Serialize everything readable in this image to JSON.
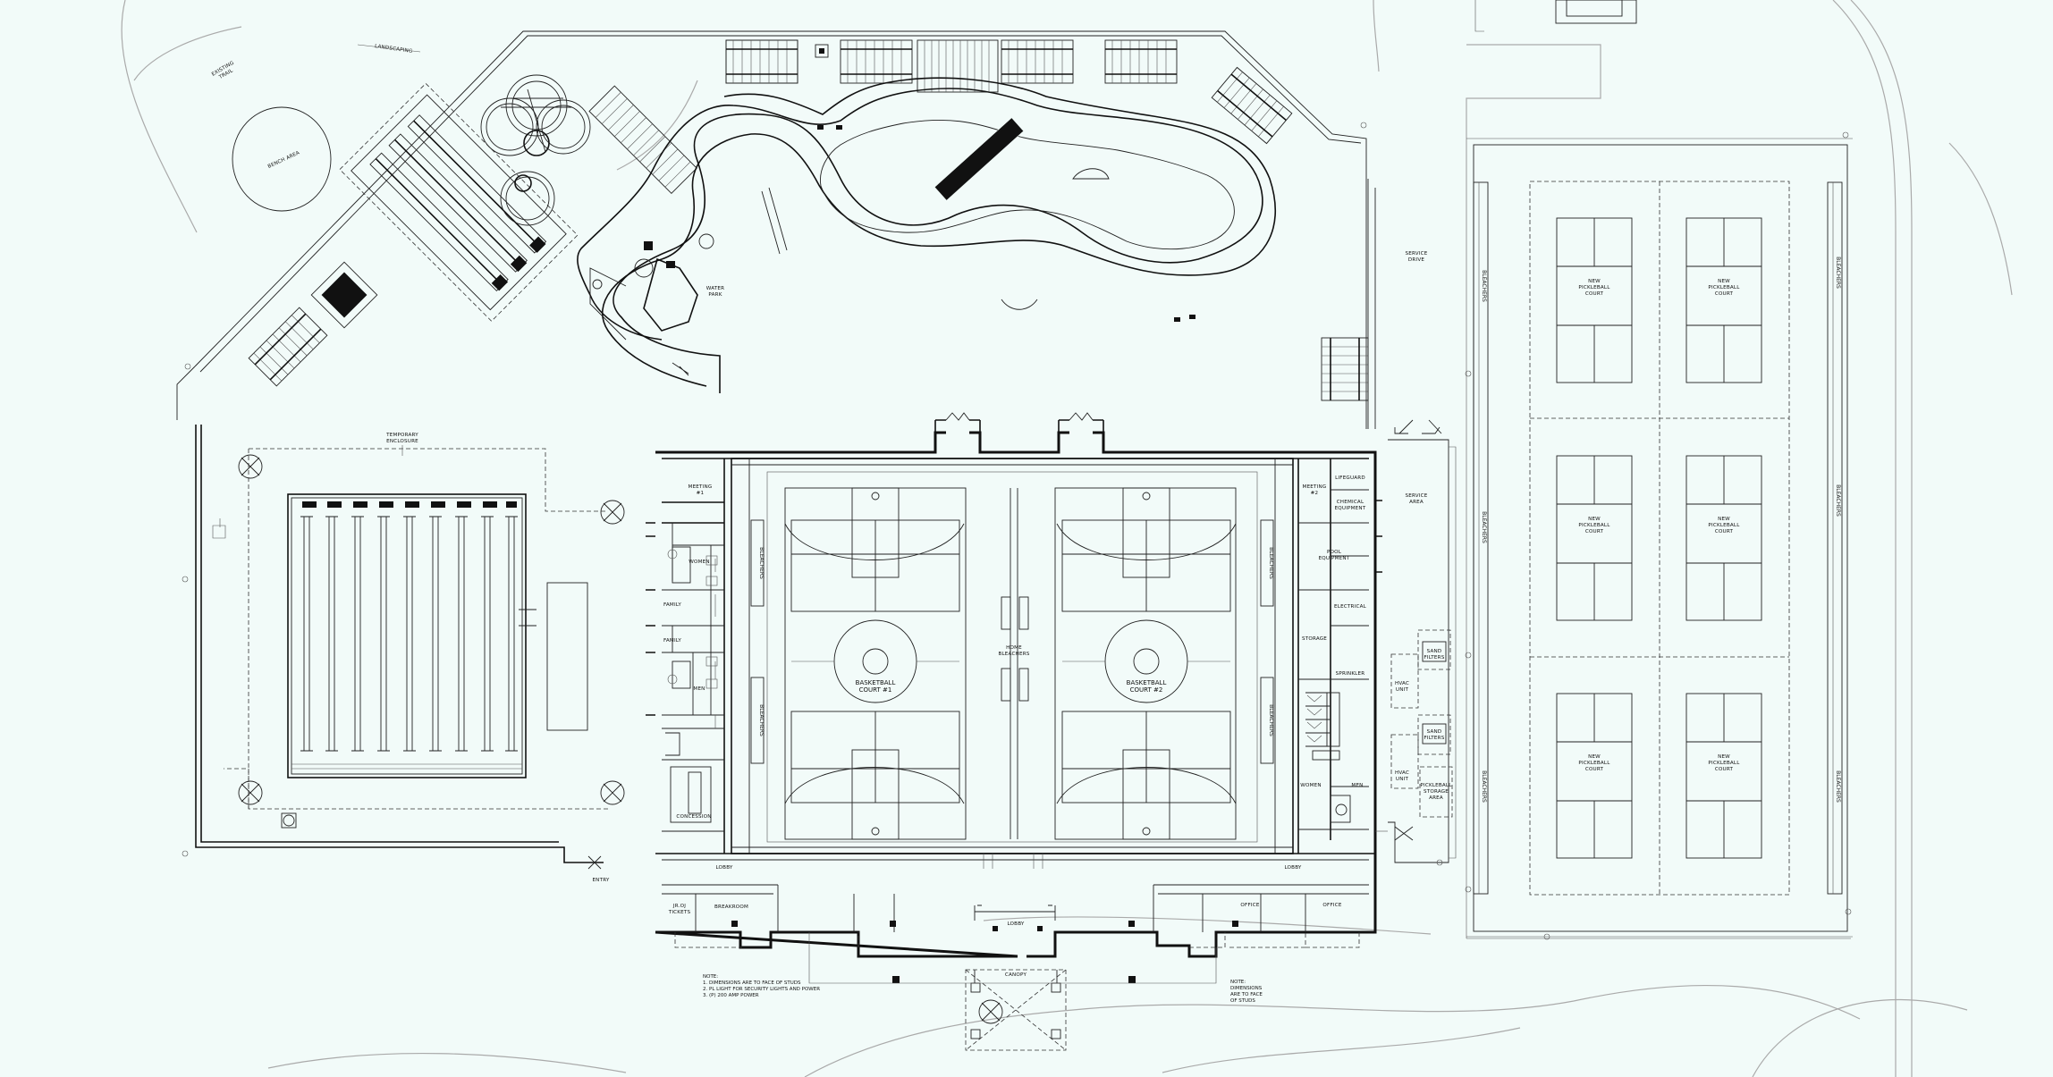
{
  "labels": {
    "landscaping": "LANDSCAPING",
    "existing_trail": "EXISTING\nTRAIL",
    "bench_area": "BENCH AREA",
    "water_park": "WATER\nPARK",
    "temporary_enclosure": "TEMPORARY\nENCLOSURE",
    "service_drive": "SERVICE\nDRIVE",
    "service_area": "SERVICE\nAREA",
    "entry": "ENTRY",
    "meeting_1": "MEETING\n#1",
    "meeting_2": "MEETING\n#2",
    "women_left": "WOMEN",
    "family_1": "FAMILY",
    "family_2": "FAMILY",
    "men_left": "MEN",
    "concession": "CONCESSION",
    "bleachers_court": "BLEACHERS",
    "home_bleachers": "HOME\nBLEACHERS",
    "basketball_court_1": "BASKETBALL\nCOURT #1",
    "basketball_court_2": "BASKETBALL\nCOURT #2",
    "lifeguard": "LIFEGUARD",
    "chemical_equipment": "CHEMICAL\nEQUIPMENT",
    "pool_equipment": "POOL\nEQUIPMENT",
    "electrical": "ELECTRICAL",
    "storage": "STORAGE",
    "sprinkler": "SPRINKLER",
    "women_right": "WOMEN",
    "men_right": "MEN",
    "hvac_unit_1": "HVAC\nUNIT",
    "hvac_unit_2": "HVAC\nUNIT",
    "sand_filters_1": "SAND\nFILTERS",
    "sand_filters_2": "SAND\nFILTERS",
    "pickleball_storage": "PICKLEBALL\nSTORAGE\nAREA",
    "lobby_left": "LOBBY",
    "lobby_right": "LOBBY",
    "lobby_center": "LOBBY",
    "tickets": "JR.OJ\nTICKETS",
    "breakroom": "BREAKROOM",
    "office_1": "OFFICE",
    "office_2": "OFFICE",
    "canopy": "CANOPY",
    "pickleball_court": "NEW\nPICKLEBALL\nCOURT",
    "bleachers_outdoor": "BLEACHERS",
    "note_left": "NOTE:\n1. DIMENSIONS ARE TO FACE OF STUDS\n2. PL LIGHT FOR SECURITY LIGHTS AND POWER\n3. (P) 200 AMP POWER",
    "note_right": "NOTE:\nDIMENSIONS\nARE TO FACE\nOF STUDS"
  },
  "colors": {
    "background": "#f2fbf9",
    "linework": "#111111"
  }
}
